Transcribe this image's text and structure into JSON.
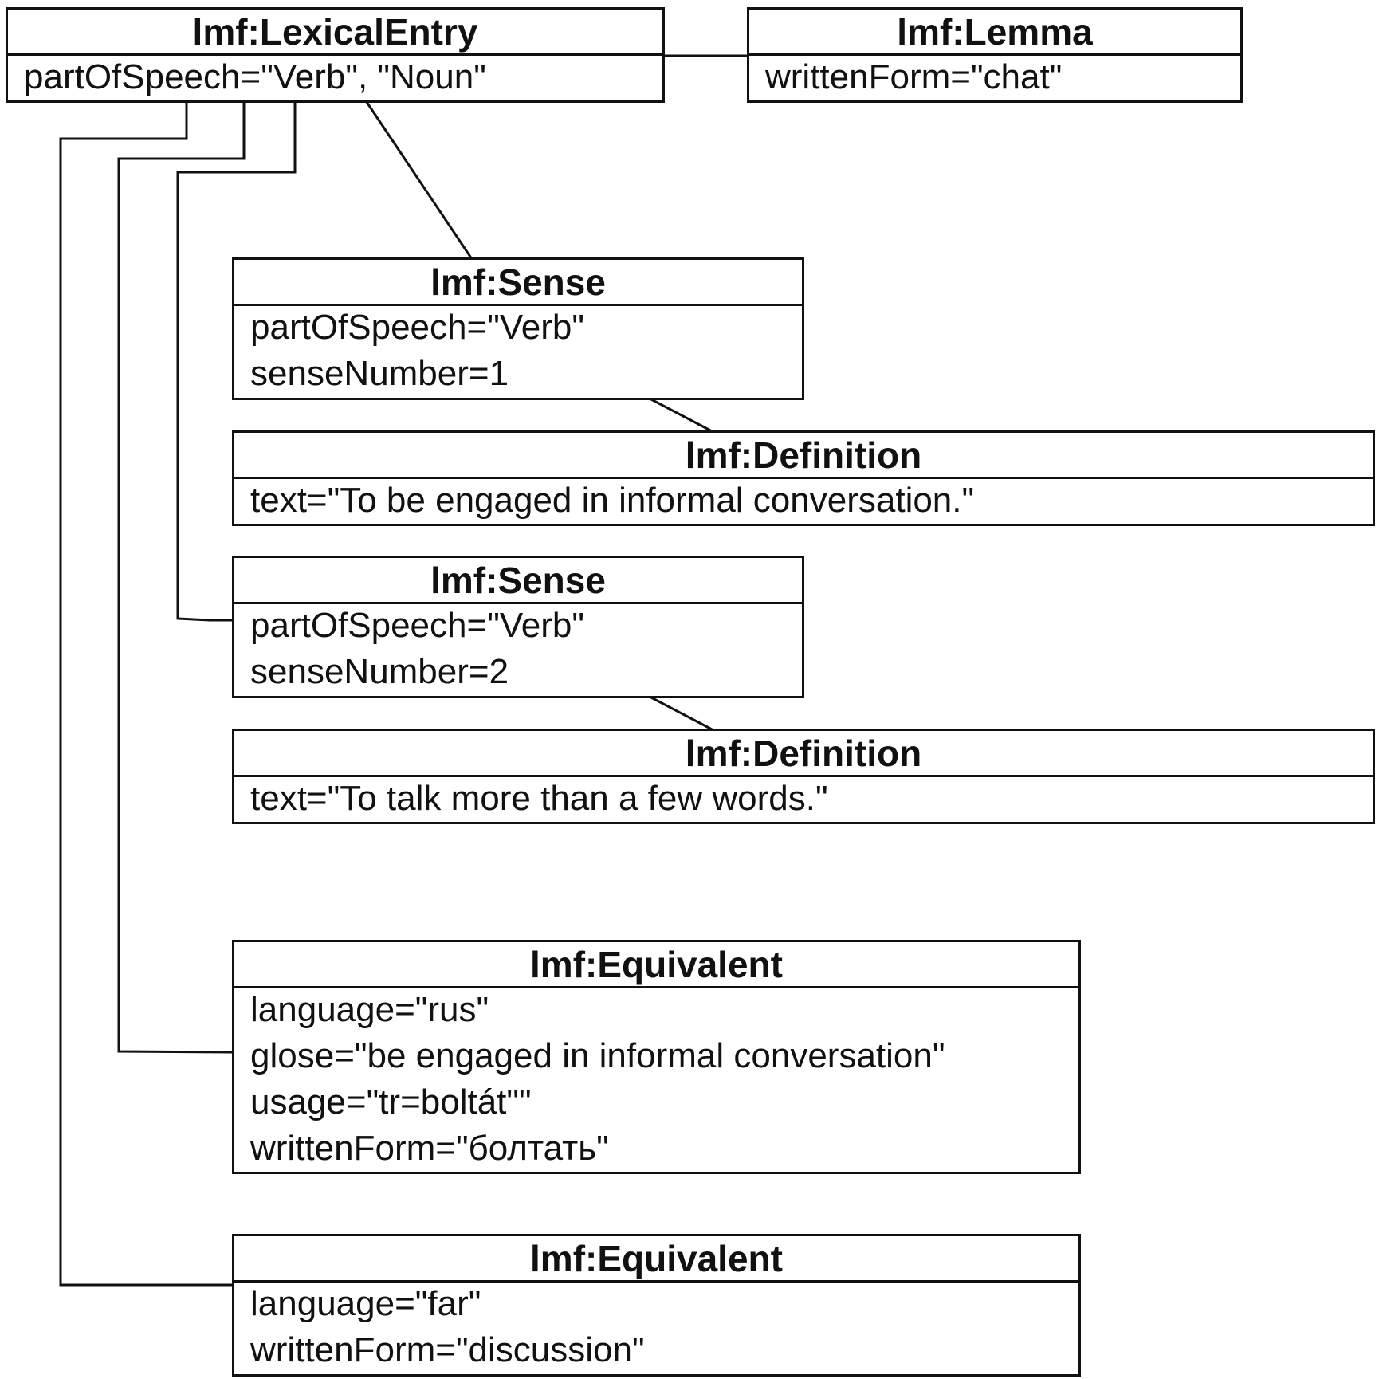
{
  "nodes": {
    "lexical_entry": {
      "title": "lmf:LexicalEntry",
      "attributes": [
        "partOfSpeech=\"Verb\", \"Noun\""
      ]
    },
    "lemma": {
      "title": "lmf:Lemma",
      "attributes": [
        "writtenForm=\"chat\""
      ]
    },
    "sense1": {
      "title": "lmf:Sense",
      "attributes": [
        "partOfSpeech=\"Verb\"",
        "senseNumber=1"
      ]
    },
    "definition1": {
      "title": "lmf:Definition",
      "attributes": [
        "text=\"To be engaged in informal conversation.\""
      ]
    },
    "sense2": {
      "title": "lmf:Sense",
      "attributes": [
        "partOfSpeech=\"Verb\"",
        "senseNumber=2"
      ]
    },
    "definition2": {
      "title": "lmf:Definition",
      "attributes": [
        "text=\"To talk more than a few words.\""
      ]
    },
    "equivalent1": {
      "title": "lmf:Equivalent",
      "attributes": [
        "language=\"rus\"",
        "glose=\"be engaged in informal conversation\"",
        "usage=\"tr=boltát\"\"",
        "writtenForm=\"болтать\""
      ]
    },
    "equivalent2": {
      "title": "lmf:Equivalent",
      "attributes": [
        "language=\"far\"",
        "writtenForm=\"discussion\""
      ]
    }
  },
  "edges": [
    [
      "lexical_entry",
      "lemma"
    ],
    [
      "lexical_entry",
      "sense1"
    ],
    [
      "sense1",
      "definition1"
    ],
    [
      "lexical_entry",
      "sense2"
    ],
    [
      "sense2",
      "definition2"
    ],
    [
      "lexical_entry",
      "equivalent1"
    ],
    [
      "lexical_entry",
      "equivalent2"
    ]
  ],
  "colors": {
    "stroke": "#111111",
    "background": "#ffffff"
  }
}
